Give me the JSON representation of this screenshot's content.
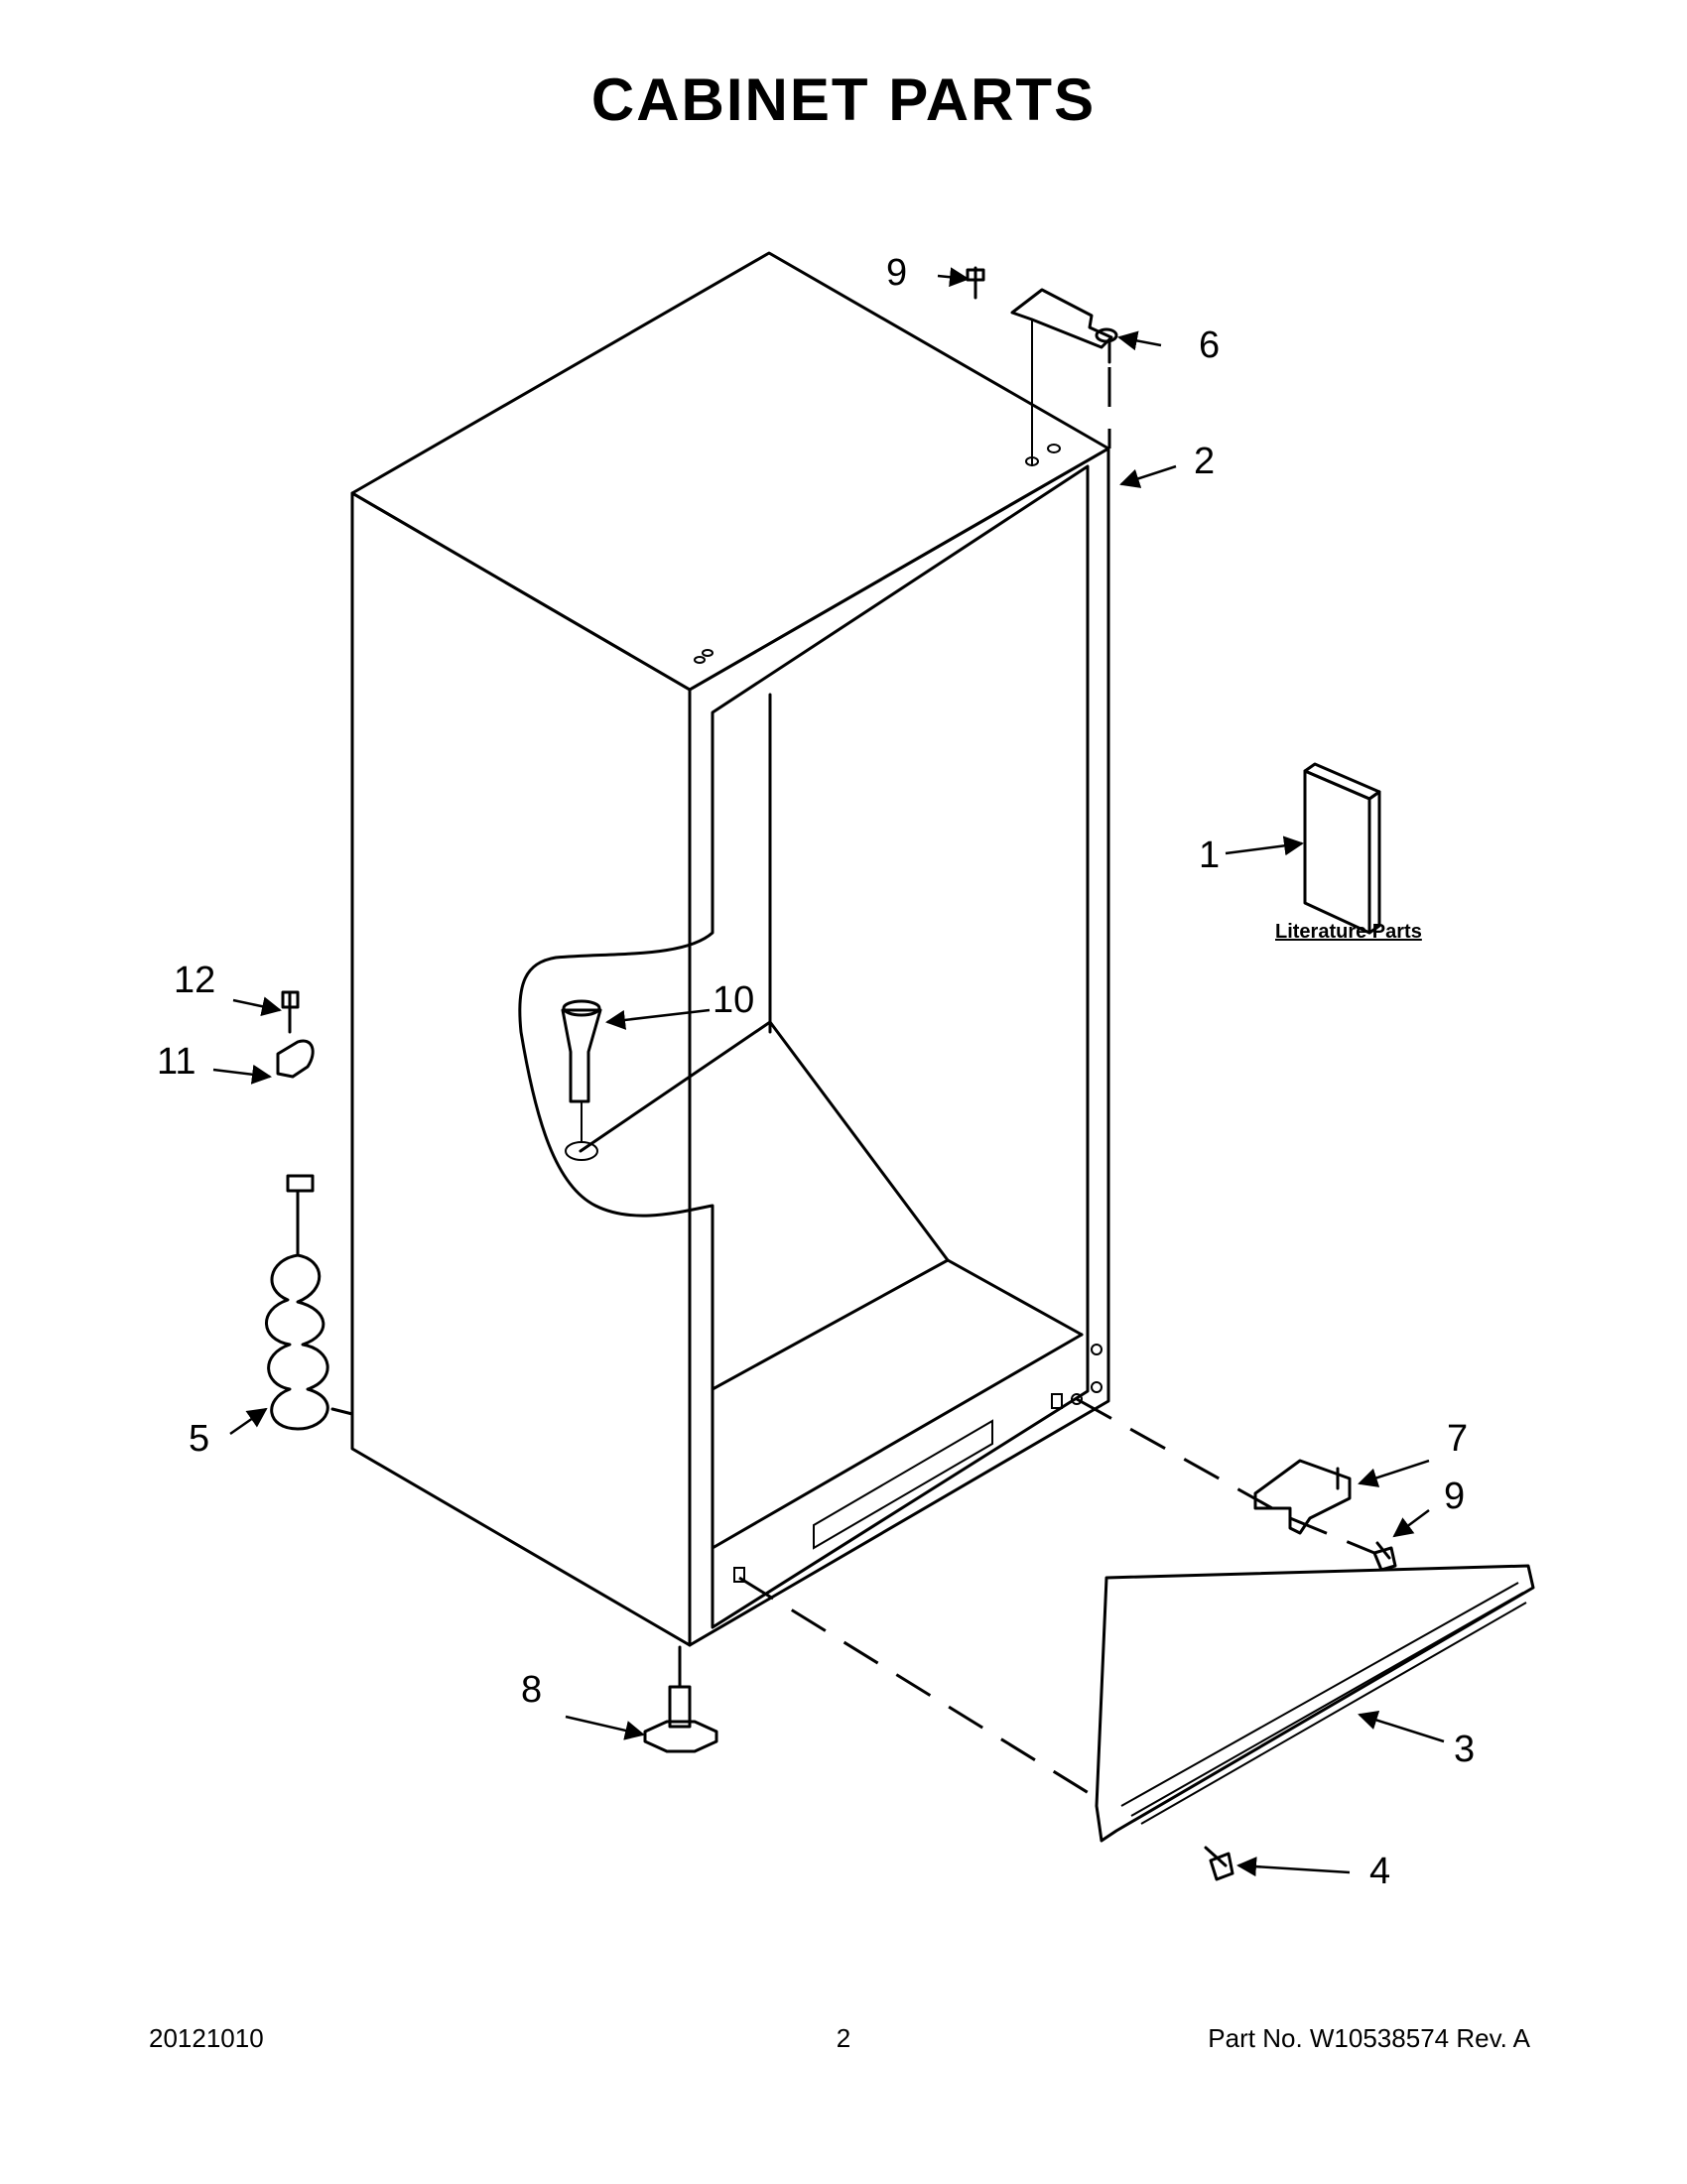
{
  "title": "CABINET PARTS",
  "literature_label": "Literature Parts",
  "callouts": {
    "c1": "1",
    "c2": "2",
    "c3": "3",
    "c4": "4",
    "c5": "5",
    "c6": "6",
    "c7": "7",
    "c8": "8",
    "c9a": "9",
    "c9b": "9",
    "c10": "10",
    "c11": "11",
    "c12": "12"
  },
  "footer": {
    "date": "20121010",
    "page": "2",
    "part": "Part No.  W10538574  Rev.  A"
  }
}
